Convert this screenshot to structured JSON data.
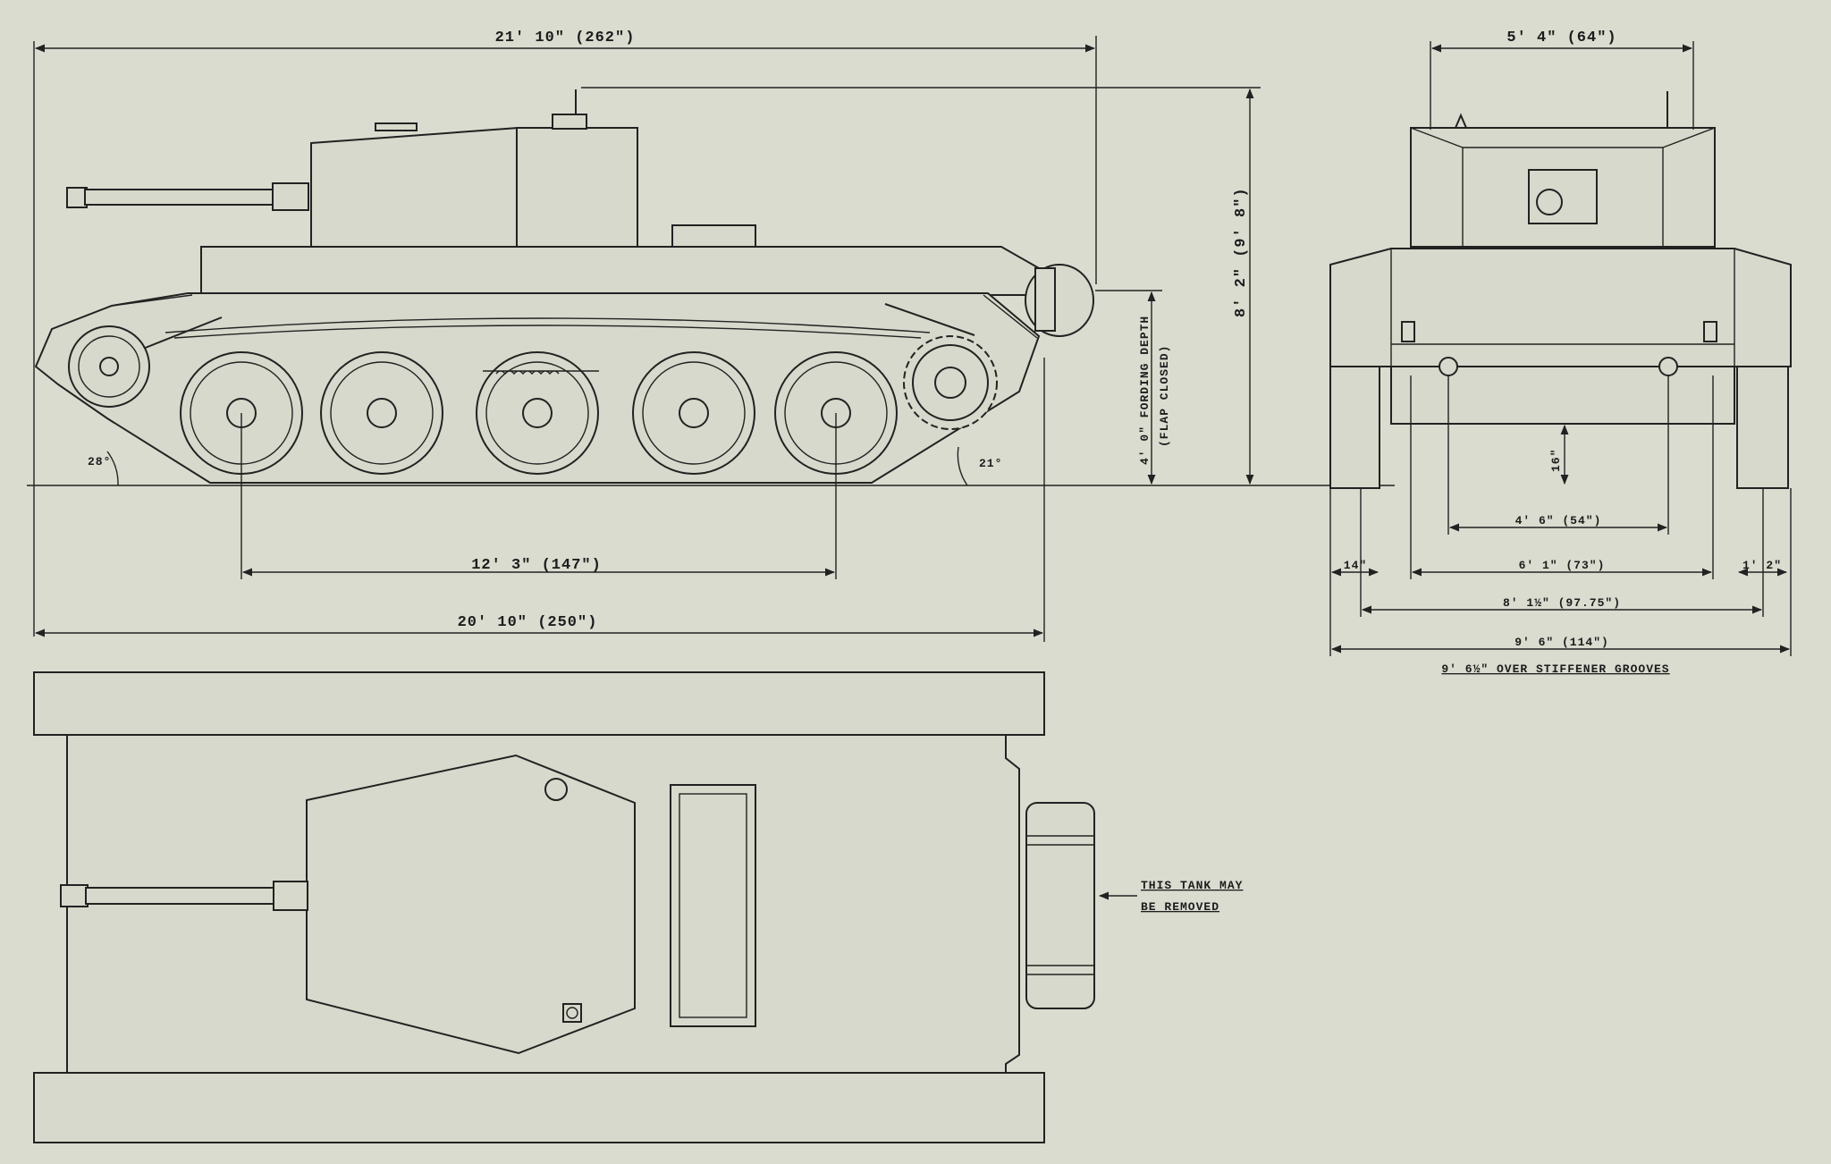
{
  "dimensions": {
    "overall_length": "21' 10\" (262\")",
    "hull_length": "20' 10\" (250\")",
    "wheelbase": "12' 3\" (147\")",
    "overall_height": "8' 2\" (9' 8\")",
    "fording_depth": "4' 0\" FORDING DEPTH",
    "flap_closed": "(FLAP CLOSED)",
    "front_angle": "28°",
    "rear_angle": "21°",
    "turret_width": "5' 4\" (64\")",
    "clearance": "16\"",
    "track_inner": "4' 6\" (54\")",
    "track_outer": "6' 1\" (73\")",
    "track_width_left": "14\"",
    "track_width_right": "1' 2\"",
    "track_center": "8' 1½\" (97.75\")",
    "overall_width": "9' 6\" (114\")",
    "stiffener_note": "9' 6½\" OVER STIFFENER GROOVES"
  },
  "notes": {
    "removable_tank_line1": "THIS TANK MAY",
    "removable_tank_line2": "BE REMOVED"
  }
}
